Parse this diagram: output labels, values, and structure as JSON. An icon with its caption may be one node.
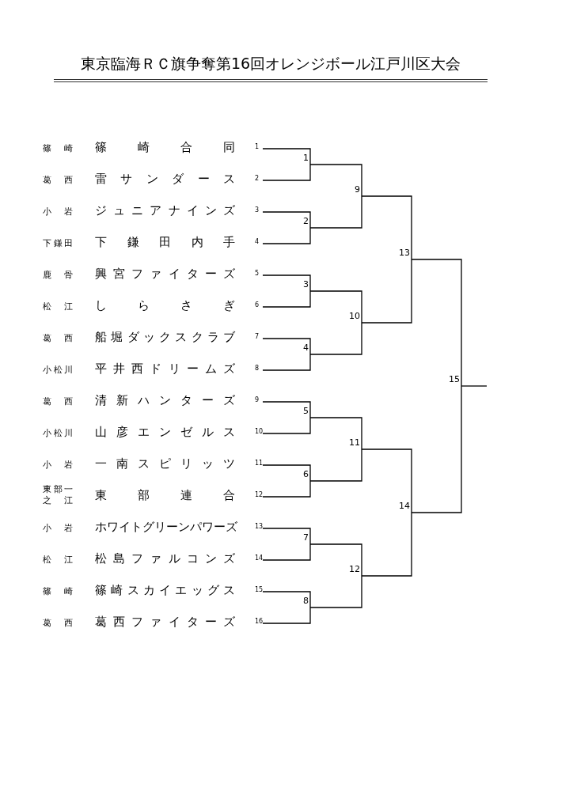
{
  "diagram": {
    "title": "東京臨海ＲＣ旗争奪第16回オレンジボール江戸川区大会",
    "nodes": [
      {
        "text": [
          "篠崎合同"
        ],
        "beside": [
          "篠崎",
          "1"
        ]
      },
      {
        "text": [
          "雷サンダース"
        ],
        "beside": [
          "葛西",
          "2"
        ]
      },
      {
        "text": [
          "ジュニアナインズ"
        ],
        "beside": [
          "小岩",
          "3"
        ]
      },
      {
        "text": [
          "下鎌田内手"
        ],
        "beside": [
          "下鎌田",
          "4"
        ]
      },
      {
        "text": [
          "興宮ファイターズ"
        ],
        "beside": [
          "鹿骨",
          "5"
        ]
      },
      {
        "text": [
          "しらさぎ"
        ],
        "beside": [
          "松江",
          "6"
        ]
      },
      {
        "text": [
          "船堀ダックスクラブ"
        ],
        "beside": [
          "葛西",
          "7"
        ]
      },
      {
        "text": [
          "平井西ドリームズ"
        ],
        "beside": [
          "小松川",
          "8"
        ]
      },
      {
        "text": [
          "清新ハンターズ"
        ],
        "beside": [
          "葛西",
          "9"
        ]
      },
      {
        "text": [
          "山彦エンゼルス"
        ],
        "beside": [
          "小松川",
          "10"
        ]
      },
      {
        "text": [
          "一南スピリッツ"
        ],
        "beside": [
          "小岩",
          "11"
        ]
      },
      {
        "text": [
          "東部連合"
        ],
        "beside": [
          "東部一之江",
          "12"
        ]
      },
      {
        "text": [
          "ホワイトグリーンパワーズ"
        ],
        "beside": [
          "小岩",
          "13"
        ]
      },
      {
        "text": [
          "松島ファルコンズ"
        ],
        "beside": [
          "松江",
          "14"
        ]
      },
      {
        "text": [
          "篠崎スカイエッグス"
        ],
        "beside": [
          "篠崎",
          "15"
        ]
      },
      {
        "text": [
          "葛西ファイターズ"
        ],
        "beside": [
          "葛西",
          "16"
        ]
      },
      {
        "text": [
          "1"
        ]
      },
      {
        "text": [
          "2"
        ]
      },
      {
        "text": [
          "3"
        ]
      },
      {
        "text": [
          "4"
        ]
      },
      {
        "text": [
          "5"
        ]
      },
      {
        "text": [
          "6"
        ]
      },
      {
        "text": [
          "7"
        ]
      },
      {
        "text": [
          "8"
        ]
      },
      {
        "text": [
          "9"
        ]
      },
      {
        "text": [
          "10"
        ]
      },
      {
        "text": [
          "11"
        ]
      },
      {
        "text": [
          "12"
        ]
      },
      {
        "text": [
          "13"
        ]
      },
      {
        "text": [
          "14"
        ]
      },
      {
        "text": [
          "15"
        ]
      }
    ],
    "edges": [
      {
        "from": 0,
        "to": 16,
        "arrow": "none"
      },
      {
        "from": 1,
        "to": 16,
        "arrow": "none"
      },
      {
        "from": 2,
        "to": 17,
        "arrow": "none"
      },
      {
        "from": 3,
        "to": 17,
        "arrow": "none"
      },
      {
        "from": 4,
        "to": 18,
        "arrow": "none"
      },
      {
        "from": 5,
        "to": 18,
        "arrow": "none"
      },
      {
        "from": 6,
        "to": 19,
        "arrow": "none"
      },
      {
        "from": 7,
        "to": 19,
        "arrow": "none"
      },
      {
        "from": 8,
        "to": 20,
        "arrow": "none"
      },
      {
        "from": 9,
        "to": 20,
        "arrow": "none"
      },
      {
        "from": 10,
        "to": 21,
        "arrow": "none"
      },
      {
        "from": 11,
        "to": 21,
        "arrow": "none"
      },
      {
        "from": 12,
        "to": 22,
        "arrow": "none"
      },
      {
        "from": 13,
        "to": 22,
        "arrow": "none"
      },
      {
        "from": 14,
        "to": 23,
        "arrow": "none"
      },
      {
        "from": 15,
        "to": 23,
        "arrow": "none"
      },
      {
        "from": 16,
        "to": 24,
        "arrow": "none"
      },
      {
        "from": 17,
        "to": 24,
        "arrow": "none"
      },
      {
        "from": 18,
        "to": 25,
        "arrow": "none"
      },
      {
        "from": 19,
        "to": 25,
        "arrow": "none"
      },
      {
        "from": 20,
        "to": 26,
        "arrow": "none"
      },
      {
        "from": 21,
        "to": 26,
        "arrow": "none"
      },
      {
        "from": 22,
        "to": 27,
        "arrow": "none"
      },
      {
        "from": 23,
        "to": 27,
        "arrow": "none"
      },
      {
        "from": 24,
        "to": 28,
        "arrow": "none"
      },
      {
        "from": 25,
        "to": 28,
        "arrow": "none"
      },
      {
        "from": 26,
        "to": 29,
        "arrow": "none"
      },
      {
        "from": 27,
        "to": 29,
        "arrow": "none"
      },
      {
        "from": 28,
        "to": 30,
        "arrow": "none"
      },
      {
        "from": 29,
        "to": 30,
        "arrow": "none"
      },
      {
        "from": 30,
        "to": null,
        "arrow": "none"
      }
    ]
  }
}
